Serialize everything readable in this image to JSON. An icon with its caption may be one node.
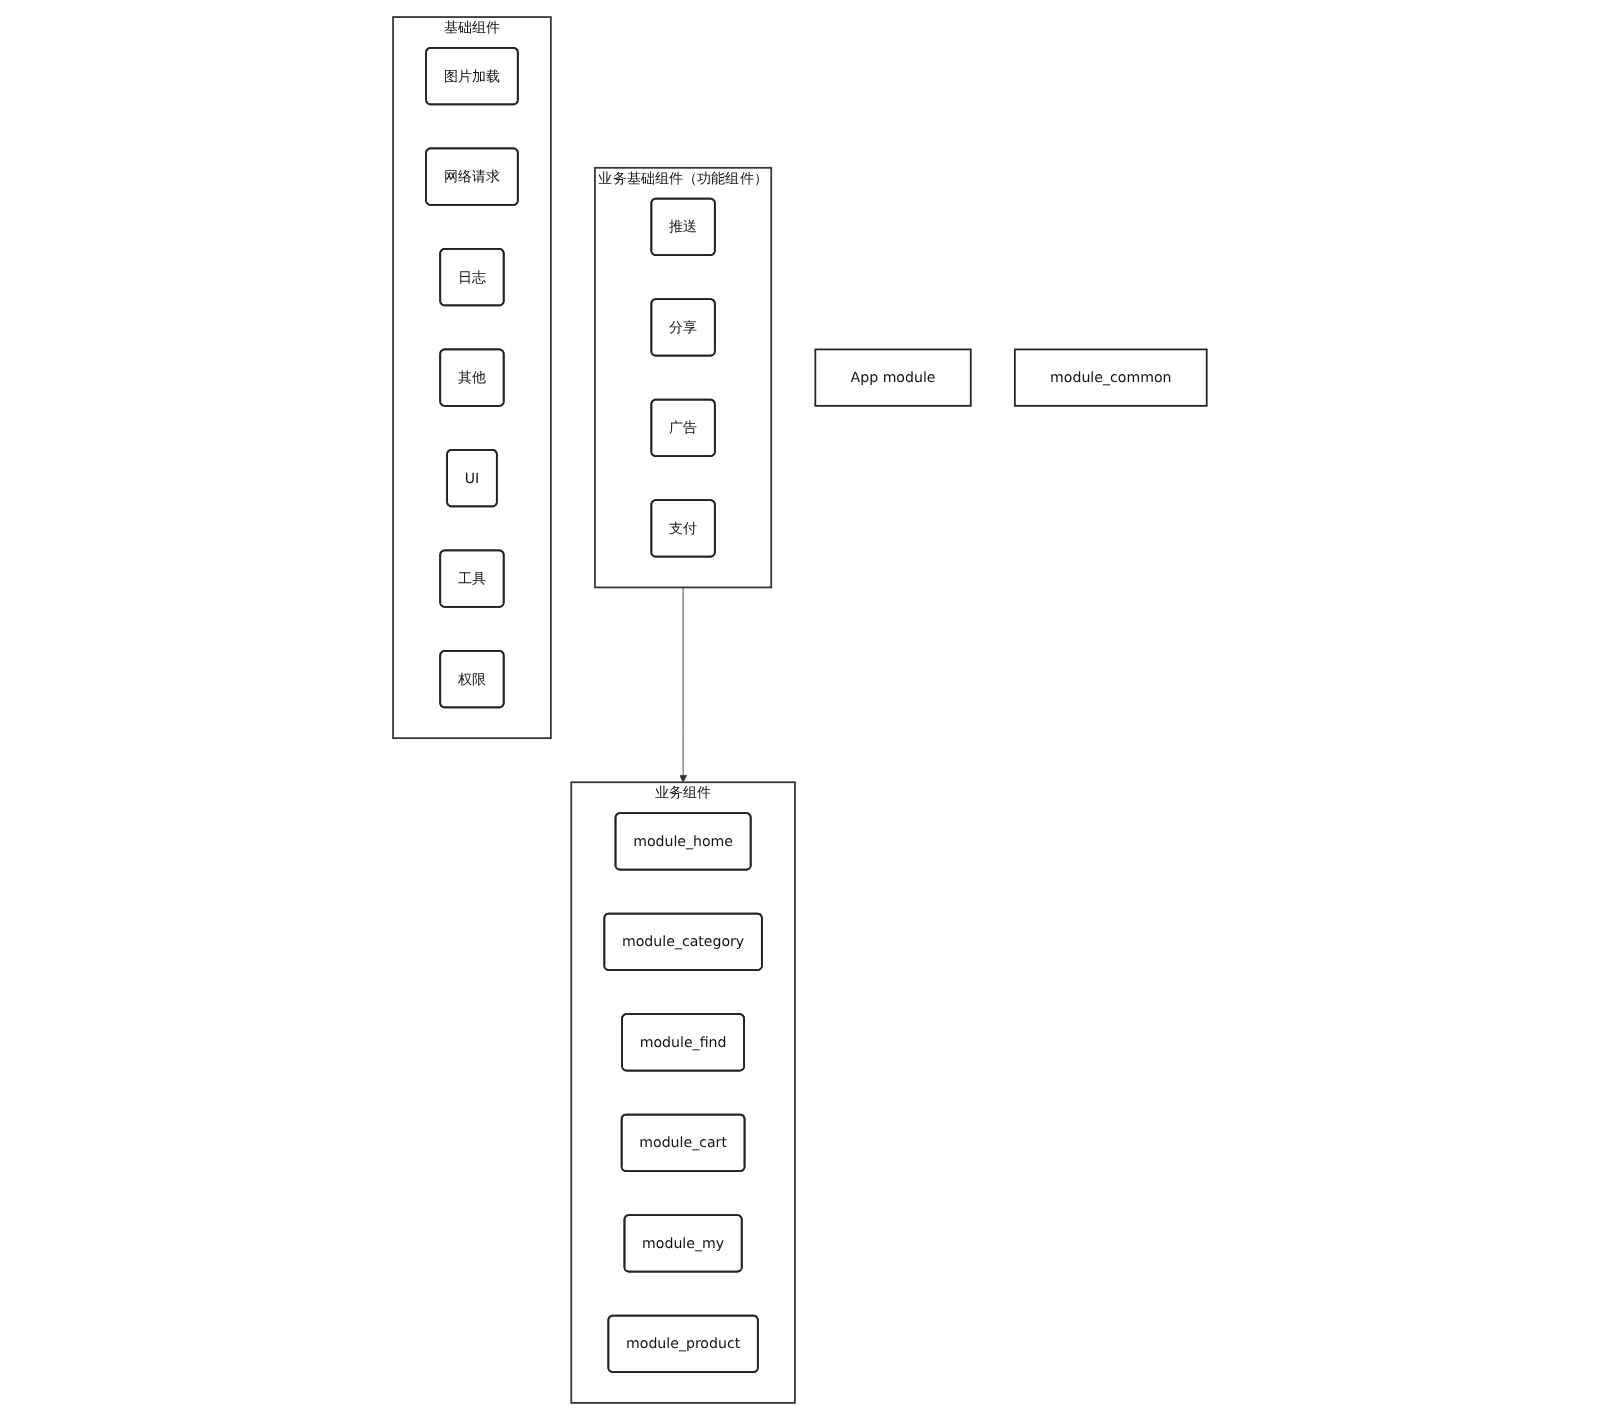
{
  "diagram": {
    "nodes": [
      {
        "text": [
          "App module"
        ]
      },
      {
        "text": [
          "业务组件"
        ]
      },
      {
        "text": [
          "module_home"
        ],
        "in": 1
      },
      {
        "text": [
          "module_category"
        ],
        "in": 1
      },
      {
        "text": [
          "module_find"
        ],
        "in": 1
      },
      {
        "text": [
          "module_cart"
        ],
        "in": 1
      },
      {
        "text": [
          "module_my"
        ],
        "in": 1
      },
      {
        "text": [
          "module_product"
        ],
        "in": 1
      },
      {
        "text": [
          "业务基础组件（功能组件）"
        ]
      },
      {
        "text": [
          "推送"
        ],
        "in": 8
      },
      {
        "text": [
          "分享"
        ],
        "in": 8
      },
      {
        "text": [
          "广告"
        ],
        "in": 8
      },
      {
        "text": [
          "支付"
        ],
        "in": 8
      },
      {
        "text": [
          "module_common"
        ]
      },
      {
        "text": [
          "基础组件"
        ]
      },
      {
        "text": [
          "图片加载"
        ],
        "in": 14
      },
      {
        "text": [
          "网络请求"
        ],
        "in": 14
      },
      {
        "text": [
          "日志"
        ],
        "in": 14
      },
      {
        "text": [
          "其他"
        ],
        "in": 14
      },
      {
        "text": [
          "UI"
        ],
        "in": 14
      },
      {
        "text": [
          "工具"
        ],
        "in": 14
      },
      {
        "text": [
          "权限"
        ],
        "in": 14
      }
    ],
    "edges": [
      {
        "from": 8,
        "to": 1,
        "arrow": "to"
      }
    ]
  }
}
